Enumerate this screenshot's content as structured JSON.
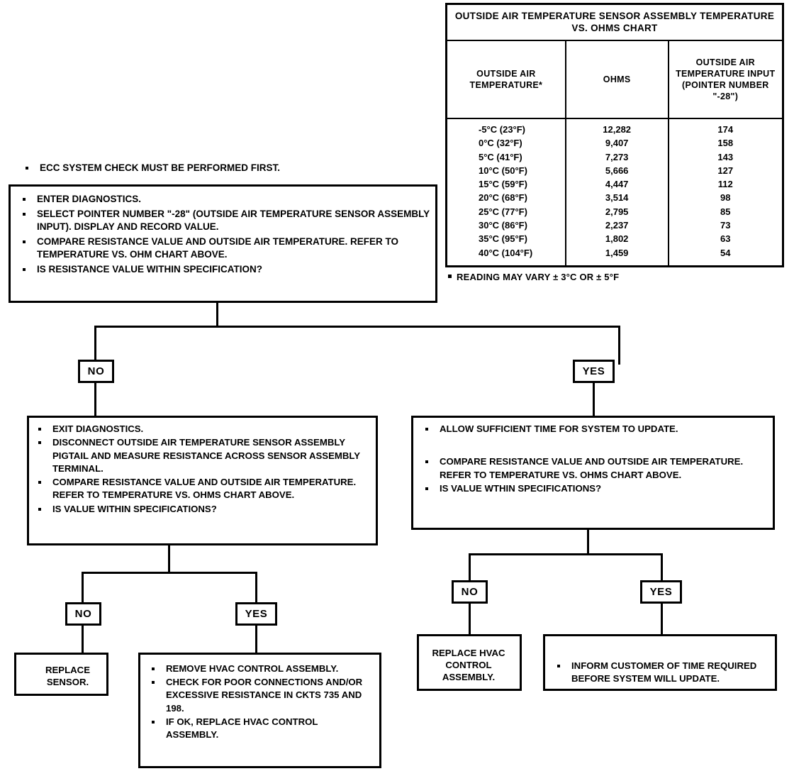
{
  "table": {
    "title": "OUTSIDE AIR TEMPERATURE SENSOR ASSEMBLY TEMPERATURE VS. OHMS CHART",
    "headers": [
      "OUTSIDE AIR TEMPERATURE*",
      "OHMS",
      "OUTSIDE AIR TEMPERATURE INPUT (POINTER NUMBER \"-28\")"
    ],
    "rows": [
      {
        "temperature": "-5°C (23°F)",
        "ohms": "12,282",
        "input": "174"
      },
      {
        "temperature": "0°C (32°F)",
        "ohms": "9,407",
        "input": "158"
      },
      {
        "temperature": "5°C (41°F)",
        "ohms": "7,273",
        "input": "143"
      },
      {
        "temperature": "10°C (50°F)",
        "ohms": "5,666",
        "input": "127"
      },
      {
        "temperature": "15°C (59°F)",
        "ohms": "4,447",
        "input": "112"
      },
      {
        "temperature": "20°C (68°F)",
        "ohms": "3,514",
        "input": "98"
      },
      {
        "temperature": "25°C (77°F)",
        "ohms": "2,795",
        "input": "85"
      },
      {
        "temperature": "30°C (86°F)",
        "ohms": "2,237",
        "input": "73"
      },
      {
        "temperature": "35°C (95°F)",
        "ohms": "1,802",
        "input": "63"
      },
      {
        "temperature": "40°C (104°F)",
        "ohms": "1,459",
        "input": "54"
      }
    ],
    "footnote": "READING MAY VARY ± 3°C OR ± 5°F"
  },
  "chart_data": {
    "type": "table",
    "title": "OUTSIDE AIR TEMPERATURE SENSOR ASSEMBLY TEMPERATURE VS. OHMS CHART",
    "columns": [
      "OUTSIDE AIR TEMPERATURE*",
      "OHMS",
      "OUTSIDE AIR TEMPERATURE INPUT (POINTER NUMBER \"-28\")"
    ],
    "celsius": [
      -5,
      0,
      5,
      10,
      15,
      20,
      25,
      30,
      35,
      40
    ],
    "fahrenheit": [
      23,
      32,
      41,
      50,
      59,
      68,
      77,
      86,
      95,
      104
    ],
    "ohms": [
      12282,
      9407,
      7273,
      5666,
      4447,
      3514,
      2795,
      2237,
      1802,
      1459
    ],
    "pointer_input": [
      174,
      158,
      143,
      127,
      112,
      98,
      85,
      73,
      63,
      54
    ],
    "xlabel": "OUTSIDE AIR TEMPERATURE",
    "ylabel": "OHMS",
    "annotations": [
      "* READING MAY VARY ± 3°C OR ± 5°F"
    ]
  },
  "flow": {
    "note_top": "ECC SYSTEM CHECK MUST BE PERFORMED FIRST.",
    "box1": [
      "ENTER DIAGNOSTICS.",
      "SELECT POINTER NUMBER \"-28\" (OUTSIDE AIR TEMPERATURE SENSOR ASSEMBLY INPUT). DISPLAY AND RECORD VALUE.",
      "COMPARE RESISTANCE VALUE AND OUTSIDE AIR TEMPERATURE. REFER TO TEMPERATURE VS. OHM CHART ABOVE.",
      "IS RESISTANCE VALUE WITHIN SPECIFICATION?"
    ],
    "decision_no": "NO",
    "decision_yes": "YES",
    "box_left": [
      "EXIT DIAGNOSTICS.",
      "DISCONNECT OUTSIDE AIR TEMPERATURE SENSOR ASSEMBLY PIGTAIL AND MEASURE RESISTANCE ACROSS SENSOR ASSEMBLY TERMINAL.",
      "COMPARE RESISTANCE VALUE AND OUTSIDE AIR TEMPERATURE. REFER TO TEMPERATURE VS. OHMS CHART ABOVE.",
      "IS VALUE WITHIN SPECIFICATIONS?"
    ],
    "box_right": [
      "ALLOW SUFFICIENT TIME FOR SYSTEM TO UPDATE.",
      "COMPARE RESISTANCE VALUE AND OUTSIDE AIR TEMPERATURE. REFER TO TEMPERATURE VS. OHMS CHART ABOVE.",
      "IS VALUE WTHIN SPECIFICATIONS?"
    ],
    "box_replace_sensor": "REPLACE SENSOR.",
    "box_remove_hvac": [
      "REMOVE HVAC CONTROL ASSEMBLY.",
      "CHECK FOR POOR CONNECTIONS AND/OR EXCESSIVE RESISTANCE IN CKTS 735 AND 198.",
      "IF OK, REPLACE HVAC CONTROL ASSEMBLY."
    ],
    "box_replace_hvac": "REPLACE HVAC CONTROL ASSEMBLY.",
    "box_inform": [
      "INFORM CUSTOMER OF TIME REQUIRED BEFORE SYSTEM WILL UPDATE."
    ]
  }
}
